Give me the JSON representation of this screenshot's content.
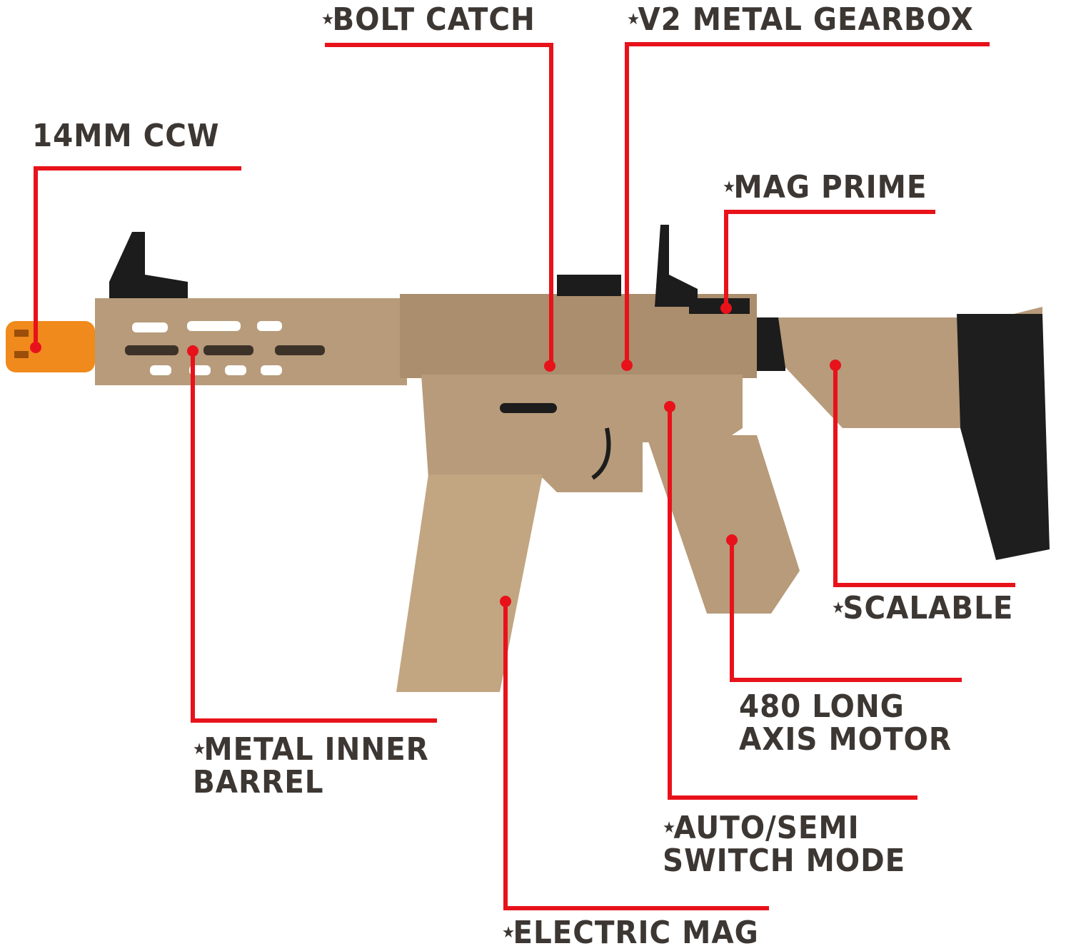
{
  "callouts": [
    {
      "id": "muzzle",
      "lines": [
        "14MM CCW"
      ],
      "star": false
    },
    {
      "id": "bolt-catch",
      "lines": [
        "BOLT CATCH"
      ],
      "star": true
    },
    {
      "id": "gearbox",
      "lines": [
        "V2 METAL GEARBOX"
      ],
      "star": true
    },
    {
      "id": "mag-prime",
      "lines": [
        "MAG PRIME"
      ],
      "star": true
    },
    {
      "id": "scalable",
      "lines": [
        "SCALABLE"
      ],
      "star": true
    },
    {
      "id": "motor",
      "lines": [
        "480 LONG",
        "AXIS MOTOR"
      ],
      "star": false
    },
    {
      "id": "switch",
      "lines": [
        "AUTO/SEMI",
        "SWITCH MODE"
      ],
      "star": true
    },
    {
      "id": "electric-mag",
      "lines": [
        "ELECTRIC MAG"
      ],
      "star": true
    },
    {
      "id": "inner-barrel",
      "lines": [
        "METAL INNER",
        "BARREL"
      ],
      "star": true
    }
  ],
  "colors": {
    "line": "#e8121b",
    "text": "#3d3733",
    "tan": "#b79b7a",
    "orange": "#f08a1c",
    "black": "#1c1c1c"
  },
  "star_glyph": "★"
}
